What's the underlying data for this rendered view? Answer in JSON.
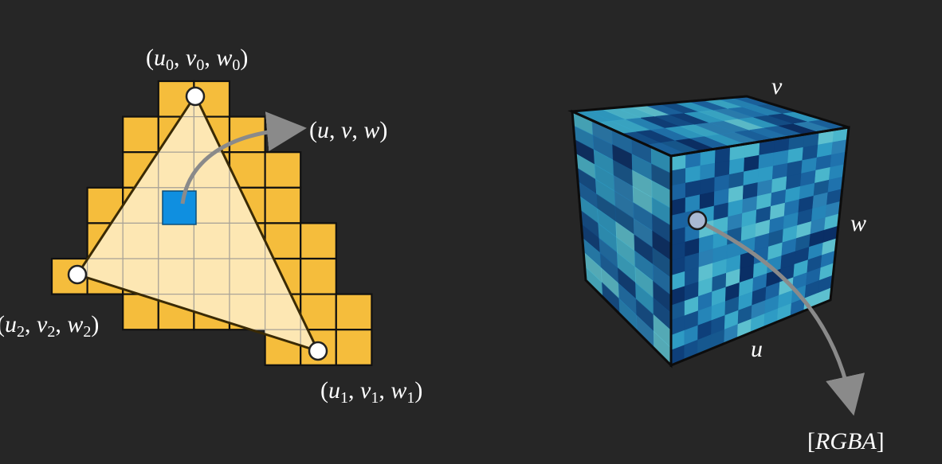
{
  "colors": {
    "background": "#262626",
    "cell_fill": "#f5bd3c",
    "cell_border": "#111111",
    "triangle_fill": "#fde7b3",
    "highlight_cell": "#0f8fe0",
    "arrow": "#8a8a8a",
    "cube_front": "#1f6c9c",
    "cube_top": "#256f98",
    "cube_side": "#1a5a86"
  },
  "left": {
    "vertex_top": {
      "open": "(",
      "u": "u",
      "u_sub": "0",
      "v": "v",
      "v_sub": "0",
      "w": "w",
      "w_sub": "0",
      "close": ")"
    },
    "vertex_left": {
      "open": "(",
      "u": "u",
      "u_sub": "2",
      "v": "v",
      "v_sub": "2",
      "w": "w",
      "w_sub": "2",
      "close": ")"
    },
    "vertex_right": {
      "open": "(",
      "u": "u",
      "u_sub": "1",
      "v": "v",
      "v_sub": "1",
      "w": "w",
      "w_sub": "1",
      "close": ")"
    },
    "sample": {
      "open": "(",
      "u": "u",
      "v": "v",
      "w": "w",
      "close": ")"
    }
  },
  "right": {
    "axis_v": "v",
    "axis_w": "w",
    "axis_u": "u",
    "output": {
      "open": "[",
      "text": "RGBA",
      "close": "]"
    }
  }
}
